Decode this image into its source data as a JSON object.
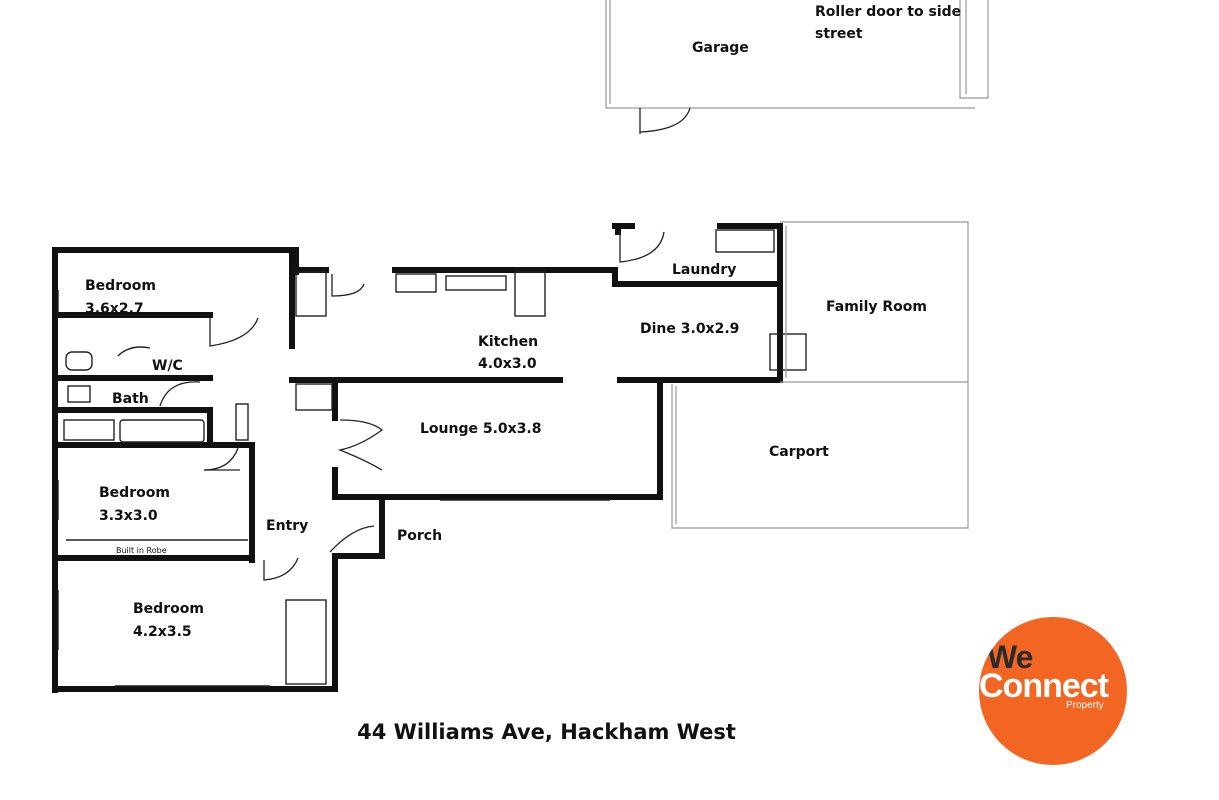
{
  "rooms": {
    "garage": "Garage",
    "roller_door": [
      "Roller door to side",
      "street"
    ],
    "laundry": "Laundry",
    "family_room": "Family Room",
    "bedroom1": [
      "Bedroom",
      "3.6x2.7"
    ],
    "kitchen": [
      "Kitchen",
      "4.0x3.0"
    ],
    "dine": "Dine 3.0x2.9",
    "wc": "W/C",
    "bath": "Bath",
    "lounge": "Lounge 5.0x3.8",
    "carport": "Carport",
    "bedroom2": [
      "Bedroom",
      "3.3x3.0"
    ],
    "built_in_robe": "Built in Robe",
    "entry": "Entry",
    "porch": "Porch",
    "bedroom3": [
      "Bedroom",
      "4.2x3.5"
    ]
  },
  "address": "44 Williams Ave, Hackham West",
  "logo": {
    "word1": "We",
    "word2": "Connect",
    "word3": "Property",
    "color": "#f26522"
  }
}
